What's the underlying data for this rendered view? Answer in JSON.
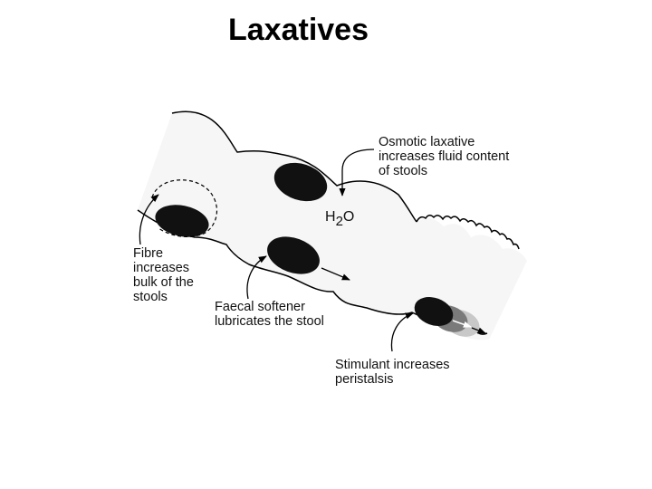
{
  "slide": {
    "title": "Laxatives"
  },
  "diagram": {
    "labels": {
      "osmotic": [
        "Osmotic laxative",
        "increases fluid content",
        "of stools"
      ],
      "water": {
        "h": "H",
        "sub": "2",
        "o": "O"
      },
      "fibre": [
        "Fibre",
        "increases",
        "bulk of the",
        "stools"
      ],
      "softener": [
        "Faecal softener",
        "lubricates the stool"
      ],
      "stimulant": [
        "Stimulant increases",
        "peristalsis"
      ]
    },
    "colors": {
      "intestine_fill": "#f6f6f6",
      "stool": "#111111",
      "outline": "#000000",
      "stimulant_motion_1": "#7a7a7a",
      "stimulant_motion_2": "#c8c8c8"
    }
  }
}
